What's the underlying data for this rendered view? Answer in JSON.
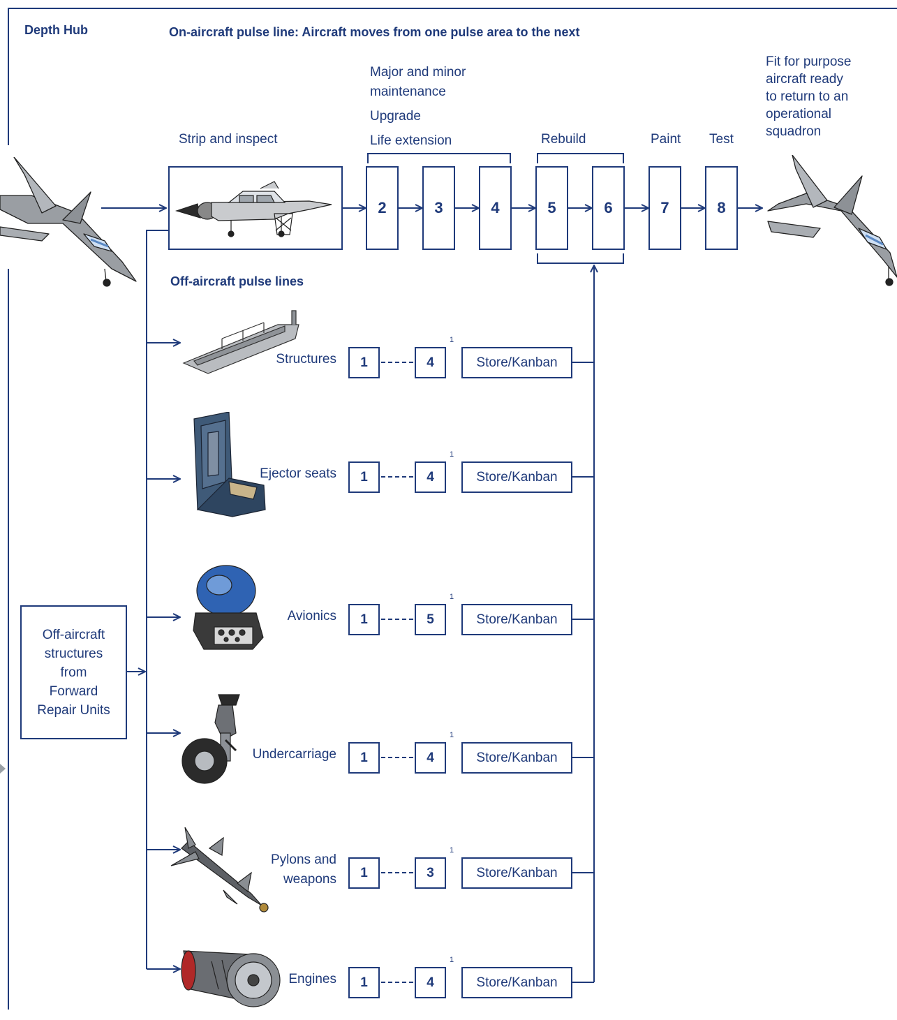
{
  "header": {
    "hub_title": "Depth Hub",
    "on_line_title": "On-aircraft pulse line: Aircraft moves from one pulse area to the next"
  },
  "on_line": {
    "strip_label": "Strip and inspect",
    "maintenance_lines": [
      "Major and minor",
      "maintenance",
      "Upgrade",
      "Life extension"
    ],
    "rebuild_label": "Rebuild",
    "paint_label": "Paint",
    "test_label": "Test",
    "output_lines": [
      "Fit for purpose",
      "aircraft ready",
      "to return to an",
      "operational",
      "squadron"
    ],
    "stations": [
      "2",
      "3",
      "4",
      "5",
      "6",
      "7",
      "8"
    ]
  },
  "off_line": {
    "title": "Off-aircraft pulse lines",
    "source_lines": [
      "Off-aircraft",
      "structures",
      "from",
      "Forward",
      "Repair Units"
    ],
    "footnote_mark": "1",
    "rows": [
      {
        "name": [
          "Structures"
        ],
        "first": "1",
        "last": "4",
        "store": "Store/Kanban",
        "icon": "wing-structure-icon"
      },
      {
        "name": [
          "Ejector seats"
        ],
        "first": "1",
        "last": "4",
        "store": "Store/Kanban",
        "icon": "ejector-seat-icon"
      },
      {
        "name": [
          "Avionics"
        ],
        "first": "1",
        "last": "5",
        "store": "Store/Kanban",
        "icon": "avionics-radar-icon"
      },
      {
        "name": [
          "Undercarriage"
        ],
        "first": "1",
        "last": "4",
        "store": "Store/Kanban",
        "icon": "landing-gear-icon"
      },
      {
        "name": [
          "Pylons and",
          "weapons"
        ],
        "first": "1",
        "last": "3",
        "store": "Store/Kanban",
        "icon": "missile-icon"
      },
      {
        "name": [
          "Engines"
        ],
        "first": "1",
        "last": "4",
        "store": "Store/Kanban",
        "icon": "jet-engine-icon"
      }
    ]
  },
  "colors": {
    "line": "#1f3a7a",
    "aircraft_grey": "#9a9ea3",
    "canopy_blue": "#7fa7d6"
  }
}
